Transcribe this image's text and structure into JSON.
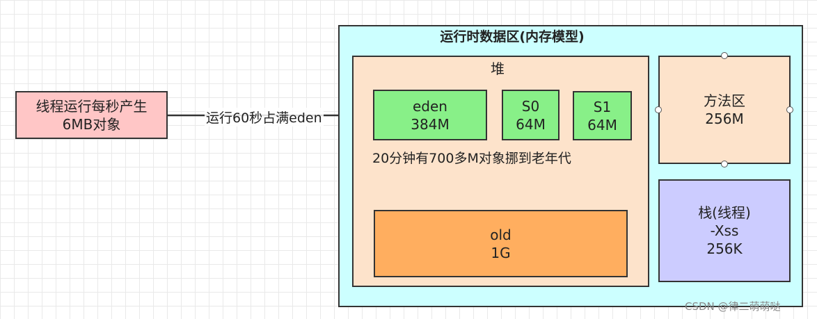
{
  "thread_box": {
    "line1": "线程运行每秒产生",
    "line2": "6MB对象"
  },
  "connector_label": "运行60秒占满eden",
  "runtime_area": {
    "title": "运行时数据区(内存模型)"
  },
  "heap": {
    "title": "堆",
    "eden": {
      "name": "eden",
      "size": "384M"
    },
    "s0": {
      "name": "S0",
      "size": "64M"
    },
    "s1": {
      "name": "S1",
      "size": "64M"
    },
    "promote_label": "20分钟有700多M对象挪到老年代",
    "old": {
      "name": "old",
      "size": "1G"
    }
  },
  "method_area": {
    "name": "方法区",
    "size": "256M"
  },
  "stack": {
    "name": "栈(线程)",
    "param": "-Xss",
    "size": "256K"
  },
  "watermark": "CSDN @律二萌萌哒",
  "colors": {
    "thread_fill": "#ffc6c6",
    "runtime_fill": "#ccffff",
    "heap_fill": "#fde3cb",
    "young_fill": "#88f088",
    "old_fill": "#ffae5f",
    "stack_fill": "#ccccff"
  }
}
